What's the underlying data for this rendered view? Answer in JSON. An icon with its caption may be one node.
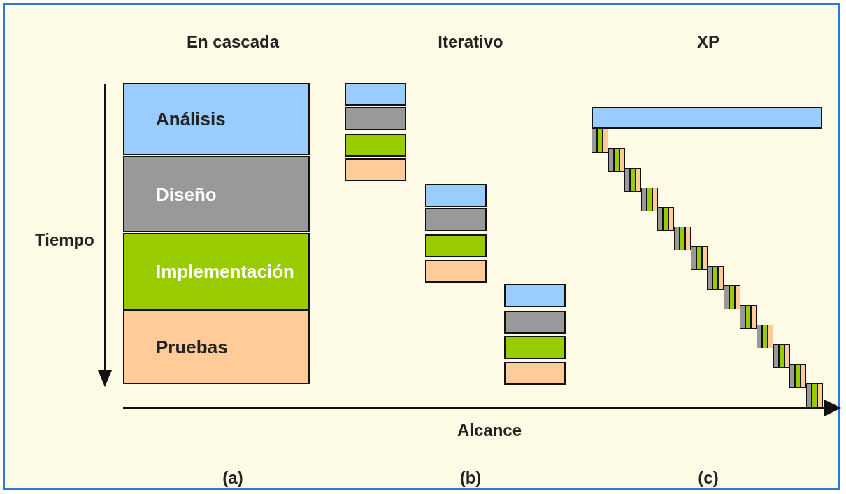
{
  "diagram": {
    "nodes": [
      {
        "text": [
          "Análisis"
        ]
      },
      {
        "text": [
          "Diseño"
        ]
      },
      {
        "text": [
          "Implementación"
        ]
      },
      {
        "text": [
          "Pruebas"
        ]
      },
      {
        "text": [],
        "shape": "box"
      },
      {
        "text": [],
        "shape": "box"
      },
      {
        "text": [],
        "shape": "box"
      },
      {
        "text": [],
        "shape": "box"
      },
      {
        "text": [],
        "shape": "box"
      },
      {
        "text": [],
        "shape": "box"
      },
      {
        "text": [],
        "shape": "box"
      },
      {
        "text": [],
        "shape": "box"
      },
      {
        "text": [],
        "shape": "box"
      },
      {
        "text": [],
        "shape": "box"
      },
      {
        "text": [],
        "shape": "box"
      },
      {
        "text": [],
        "shape": "box"
      },
      {
        "text": [],
        "shape": "box"
      },
      {
        "text": [],
        "shape": "bar"
      },
      {
        "text": [],
        "shape": "bar"
      },
      {
        "text": [],
        "shape": "bar"
      },
      {
        "text": [],
        "shape": "bar"
      },
      {
        "text": [],
        "shape": "bar"
      },
      {
        "text": [],
        "shape": "bar"
      },
      {
        "text": [],
        "shape": "bar"
      },
      {
        "text": [],
        "shape": "bar"
      },
      {
        "text": [],
        "shape": "bar"
      },
      {
        "text": [],
        "shape": "bar"
      },
      {
        "text": [],
        "shape": "bar"
      },
      {
        "text": [],
        "shape": "bar"
      },
      {
        "text": [],
        "shape": "bar"
      },
      {
        "text": [],
        "shape": "bar"
      }
    ],
    "labels": [
      "En cascada",
      "Iterativo",
      "XP",
      "Tiempo",
      "Alcance",
      "(a)",
      "(b)",
      "(c)"
    ]
  }
}
